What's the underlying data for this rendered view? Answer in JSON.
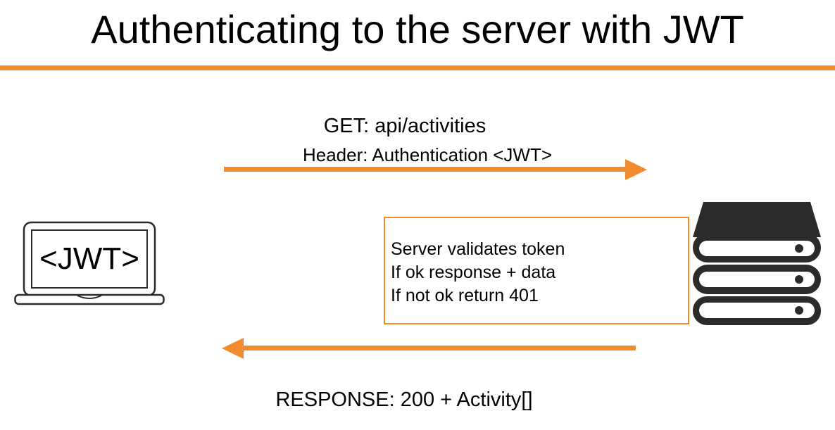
{
  "title": "Authenticating to the server with JWT",
  "request": {
    "line": "GET: api/activities",
    "header": "Header: Authentication <JWT>"
  },
  "client": {
    "icon": "laptop-icon",
    "token_label": "<JWT>"
  },
  "server": {
    "icon": "server-stack-icon",
    "note_lines": [
      "Server validates token",
      "If ok response + data",
      "If not ok return 401"
    ]
  },
  "response": {
    "line": "RESPONSE: 200 + Activity[]"
  },
  "colors": {
    "accent": "#f28a2e",
    "text": "#000000",
    "icon_dark": "#2b2b2b",
    "background": "#ffffff"
  }
}
